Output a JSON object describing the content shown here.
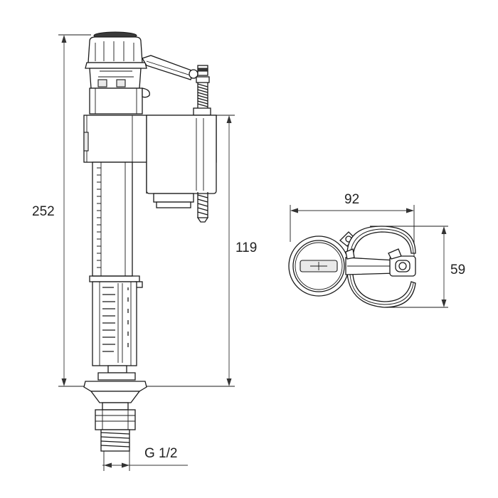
{
  "drawing": {
    "dimensions": {
      "overall_height": "252",
      "float_height": "119",
      "float_width": "92",
      "float_depth": "59",
      "thread": "G 1/2"
    }
  }
}
